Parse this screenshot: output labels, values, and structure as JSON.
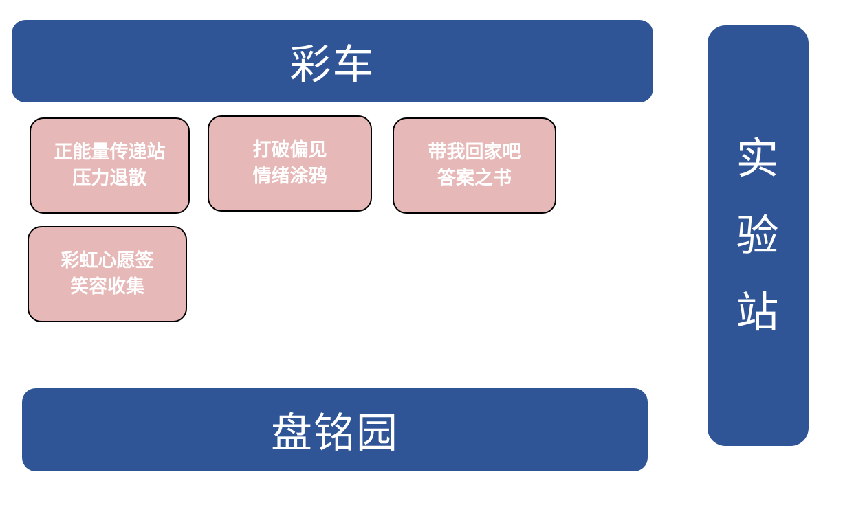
{
  "colors": {
    "banner_fill": "#2F5597",
    "card_fill": "#E6B9B8",
    "card_border": "#000000",
    "text": "#FFFFFF"
  },
  "banners": {
    "top": "彩车",
    "bottom": "盘铭园",
    "right": [
      "实",
      "验",
      "站"
    ]
  },
  "cards": [
    {
      "line1": "正能量传递站",
      "line2": "压力退散"
    },
    {
      "line1": "打破偏见",
      "line2": "情绪涂鸦"
    },
    {
      "line1": "带我回家吧",
      "line2": "答案之书"
    },
    {
      "line1": "彩虹心愿签",
      "line2": "笑容收集"
    }
  ]
}
